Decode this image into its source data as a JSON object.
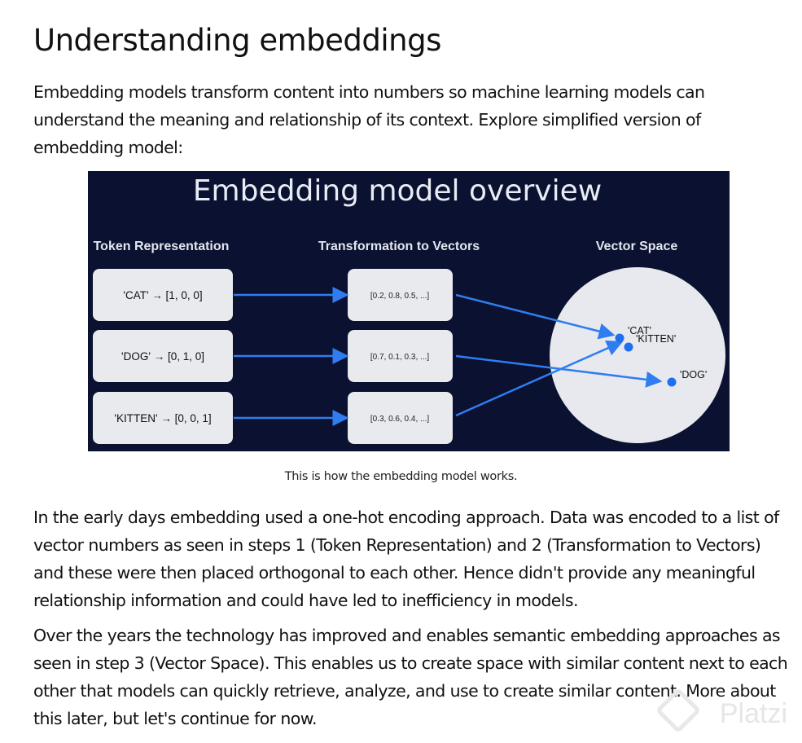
{
  "title": "Understanding embeddings",
  "intro": "Embedding models transform content into numbers so machine learning models can understand the meaning and relationship of its context. Explore simplified version of embedding model:",
  "diagram": {
    "title": "Embedding model overview",
    "col1": "Token Representation",
    "col2": "Transformation to Vectors",
    "col3": "Vector Space",
    "tokens": [
      "'CAT' → [1, 0, 0]",
      "'DOG' → [0, 1, 0]",
      "'KITTEN' → [0, 0, 1]"
    ],
    "vectors": [
      "[0.2, 0.8, 0.5, ...]",
      "[0.7, 0.1, 0.3, ...]",
      "[0.3, 0.6, 0.4, ...]"
    ],
    "points": [
      "'CAT'",
      "'KITTEN'",
      "'DOG'"
    ],
    "accent": "#2f7df0"
  },
  "caption": "This is how the embedding model works.",
  "para1": "In the early days embedding used a one-hot encoding approach. Data was encoded to a list of vector numbers as seen in steps 1 (Token Representation) and 2 (Transformation to Vectors) and these were then placed orthogonal to each other. Hence didn't provide any meaningful relationship information and could have led to inefficiency in models.",
  "para2": "Over the years the technology has improved and enables semantic embedding approaches as seen in step 3 (Vector Space). This enables us to create space with similar content next to each other that models can quickly retrieve, analyze, and use to create similar content. More about this later, but let's continue for now.",
  "watermark": "Platzi"
}
